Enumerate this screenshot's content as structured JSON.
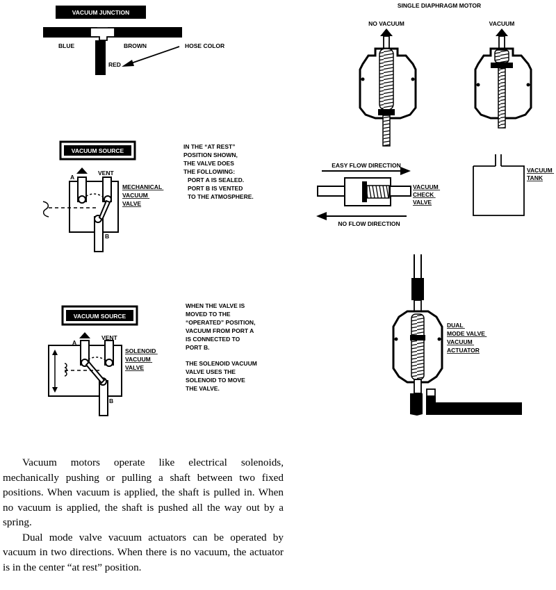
{
  "vacuum_junction": {
    "title": "VACUUM JUNCTION",
    "left_label": "BLUE",
    "right_label": "BROWN",
    "bottom_label": "RED",
    "pointer_label": "HOSE COLOR"
  },
  "mechanical_valve": {
    "source_label": "VACUUM SOURCE",
    "port_a": "A",
    "vent": "VENT",
    "port_b": "B",
    "name_lines": [
      "MECHANICAL",
      "VACUUM",
      "VALVE"
    ],
    "note_lines": [
      "IN THE “AT REST”",
      "POSITION SHOWN,",
      "THE VALVE DOES",
      "THE FOLLOWING:",
      "PORT A IS SEALED.",
      "PORT B IS VENTED",
      "TO THE ATMOSPHERE."
    ]
  },
  "solenoid_valve": {
    "source_label": "VACUUM SOURCE",
    "port_a": "A",
    "vent": "VENT",
    "port_b": "B",
    "name_lines": [
      "SOLENOID",
      "VACUUM",
      "VALVE"
    ],
    "note_lines": [
      "WHEN THE VALVE IS",
      "MOVED TO THE",
      "“OPERATED” POSITION,",
      "VACUUM FROM PORT A",
      "IS CONNECTED TO",
      "PORT B.",
      "",
      "THE SOLENOID VACUUM",
      "VALVE USES THE",
      "SOLENOID TO MOVE",
      "THE VALVE."
    ]
  },
  "diaphragm_motor": {
    "title": "SINGLE DIAPHRAGM MOTOR",
    "left_label": "NO VACUUM",
    "right_label": "VACUUM"
  },
  "check_valve": {
    "easy_flow": "EASY FLOW DIRECTION",
    "no_flow": "NO FLOW DIRECTION",
    "name_lines": [
      "VACUUM",
      "CHECK",
      "VALVE"
    ]
  },
  "vacuum_tank": {
    "name_lines": [
      "VACUUM",
      "TANK"
    ]
  },
  "dual_mode_actuator": {
    "name_lines": [
      "DUAL",
      "MODE VALVE",
      "VACUUM",
      "ACTUATOR"
    ]
  },
  "body_text": {
    "paragraphs": [
      "Vacuum motors operate like electrical solenoids, mechanically pushing or pulling a shaft between two fixed positions. When vacuum is applied, the shaft is pulled in. When no vacuum is applied, the shaft is pushed all the way out by a spring.",
      "Dual mode valve vacuum actuators can be operated by vacuum in two directions. When there is no vacuum, the actuator is in the center “at rest” position."
    ]
  }
}
